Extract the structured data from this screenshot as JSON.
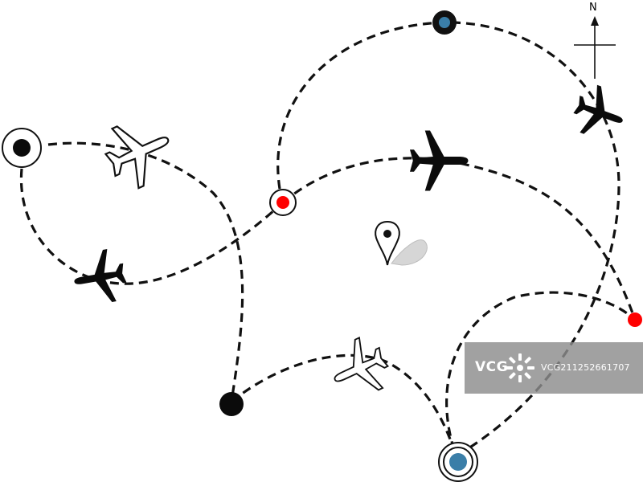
{
  "compass": {
    "north_label": "N"
  },
  "watermark": {
    "brand": "VCG",
    "image_id": "VCG211252661707"
  },
  "colors": {
    "route": "#111111",
    "red_stop": "#ff0000",
    "blue_stop": "#3a7ea8",
    "pin_shadow": "#d6d6d6"
  },
  "icons": [
    "north-arrow-icon",
    "location-pin-icon",
    "airplane-icon",
    "airplane-outline-icon"
  ]
}
